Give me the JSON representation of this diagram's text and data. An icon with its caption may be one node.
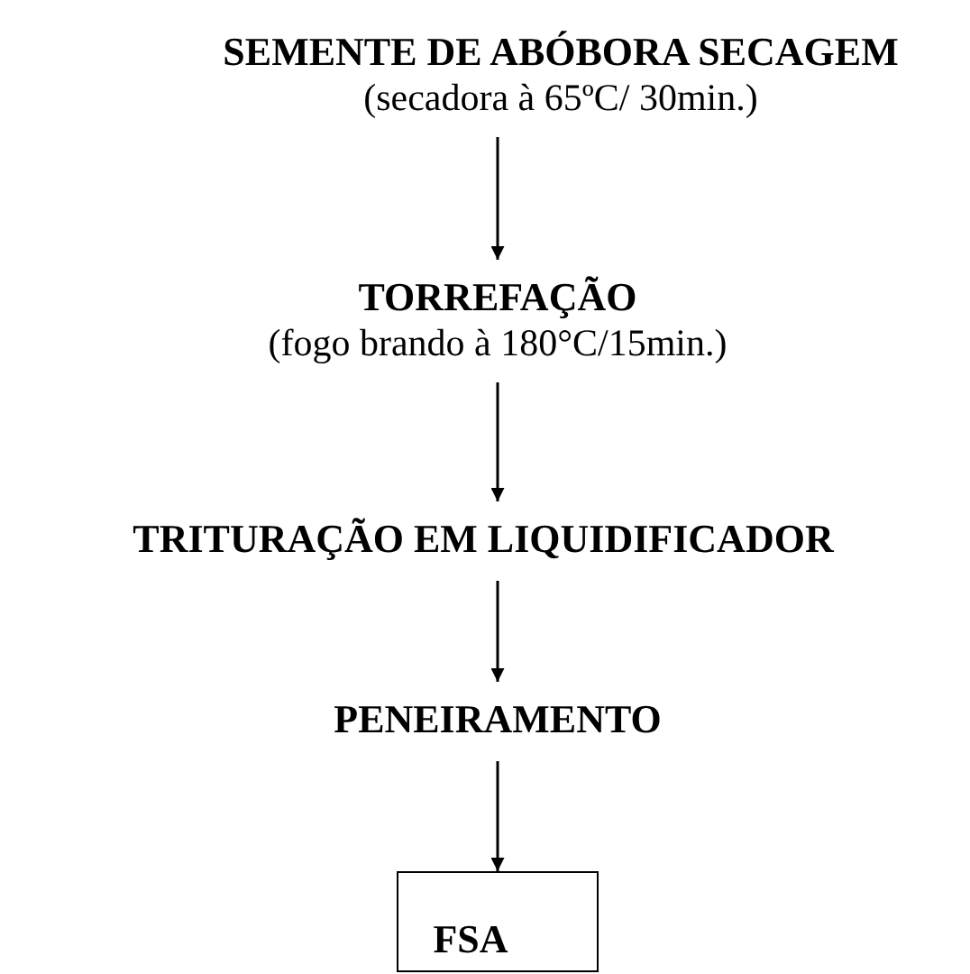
{
  "diagram": {
    "nodes": [
      {
        "text": [
          "SEMENTE DE ABÓBORA SECAGEM",
          "(secadora à 65ºC/ 30min.)"
        ]
      },
      {
        "text": [
          "TORREFAÇÃO",
          "(fogo brando à 180°C/15min.)"
        ]
      },
      {
        "text": [
          "TRITURAÇÃO EM LIQUIDIFICADOR"
        ]
      },
      {
        "text": [
          "PENEIRAMENTO"
        ]
      },
      {
        "text": [
          "FSA"
        ]
      }
    ],
    "edges": [
      {
        "from": 0,
        "to": 1,
        "arrow": "to"
      },
      {
        "from": 1,
        "to": 2,
        "arrow": "to"
      },
      {
        "from": 2,
        "to": 3,
        "arrow": "to"
      },
      {
        "from": 3,
        "to": 4,
        "arrow": "to"
      }
    ]
  }
}
